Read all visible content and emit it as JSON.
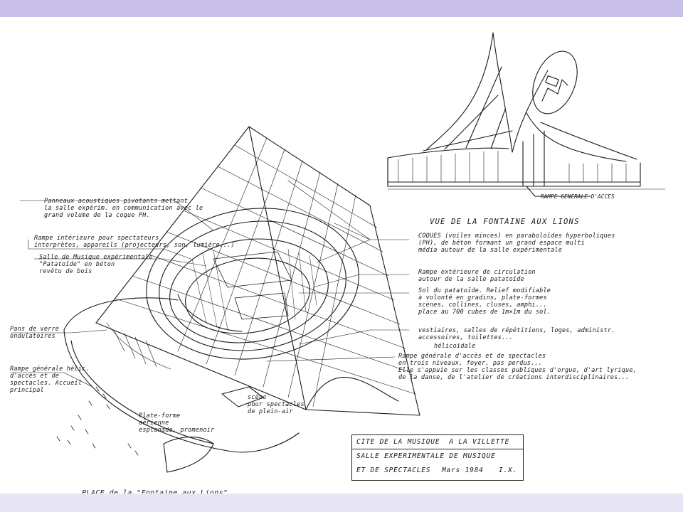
{
  "view_title": "VUE DE LA FONTAINE AUX LIONS",
  "ramp_label_top": "RAMPE GENERALE D'ACCES",
  "place_title": "PLACE de la \"Fontaine aux Lions\"",
  "title_block": {
    "line1": "CITE DE LA MUSIQUE  A LA VILLETTE",
    "line2": "SALLE EXPERIMENTALE DE MUSIQUE",
    "line3": "ET DE SPECTACLES",
    "date": "Mars 1984",
    "signature": "I.X."
  },
  "annotations_left": {
    "panneaux": "Panneaux acoustiques pivotants mettant\nla salle expérim. en communication avec le\ngrand volume de la coque PH.",
    "rampe_interieure": "Rampe intérieure pour spectateurs\ninterprètes, appareils (projecteurs, son, lumière...)",
    "salle": "Salle de Musique expérimentale\n\"Patatoïde\" en béton\nrevêtu de bois",
    "pans": "Pans de verre\nondulatoires",
    "rampe_generale_left": "Rampe générale hélic.\nd'accès et de\nspectacles. Accueil\nprincipal",
    "plateforme": "Plate-forme\naérienne\nesplanade, promenoir",
    "scene": "scène\npour spectacles\nde plein-air"
  },
  "annotations_right": {
    "coques": "COQUES (voiles minces) en paraboloïdes hyperboliques\n(PH), de béton formant un grand espace multi\nmédia autour de la salle expérimentale",
    "rampe_exterieure": "Rampe extérieure de circulation\nautour de la salle patatoïde",
    "sol": "Sol du patatoïde. Relief modifiable\nà volonté en gradins, plate-formes\nscènes, collines, cluses, amphi...\nplace au 700 cubes de 1m×1m du sol.",
    "vestiaires": "vestiaires, salles de répétitions, loges, administr.\naccessoires, toilettes...",
    "helicoidale": "hélicoïdale",
    "rampe_generale_right": "Rampe générale d'accès et de spectacles\nen trois niveaux, foyer, pas perdus...\nElle s'appuie sur les classes publiques d'orgue, d'art lyrique,\nde la danse, de l'atelier de créations interdisciplinaires..."
  }
}
